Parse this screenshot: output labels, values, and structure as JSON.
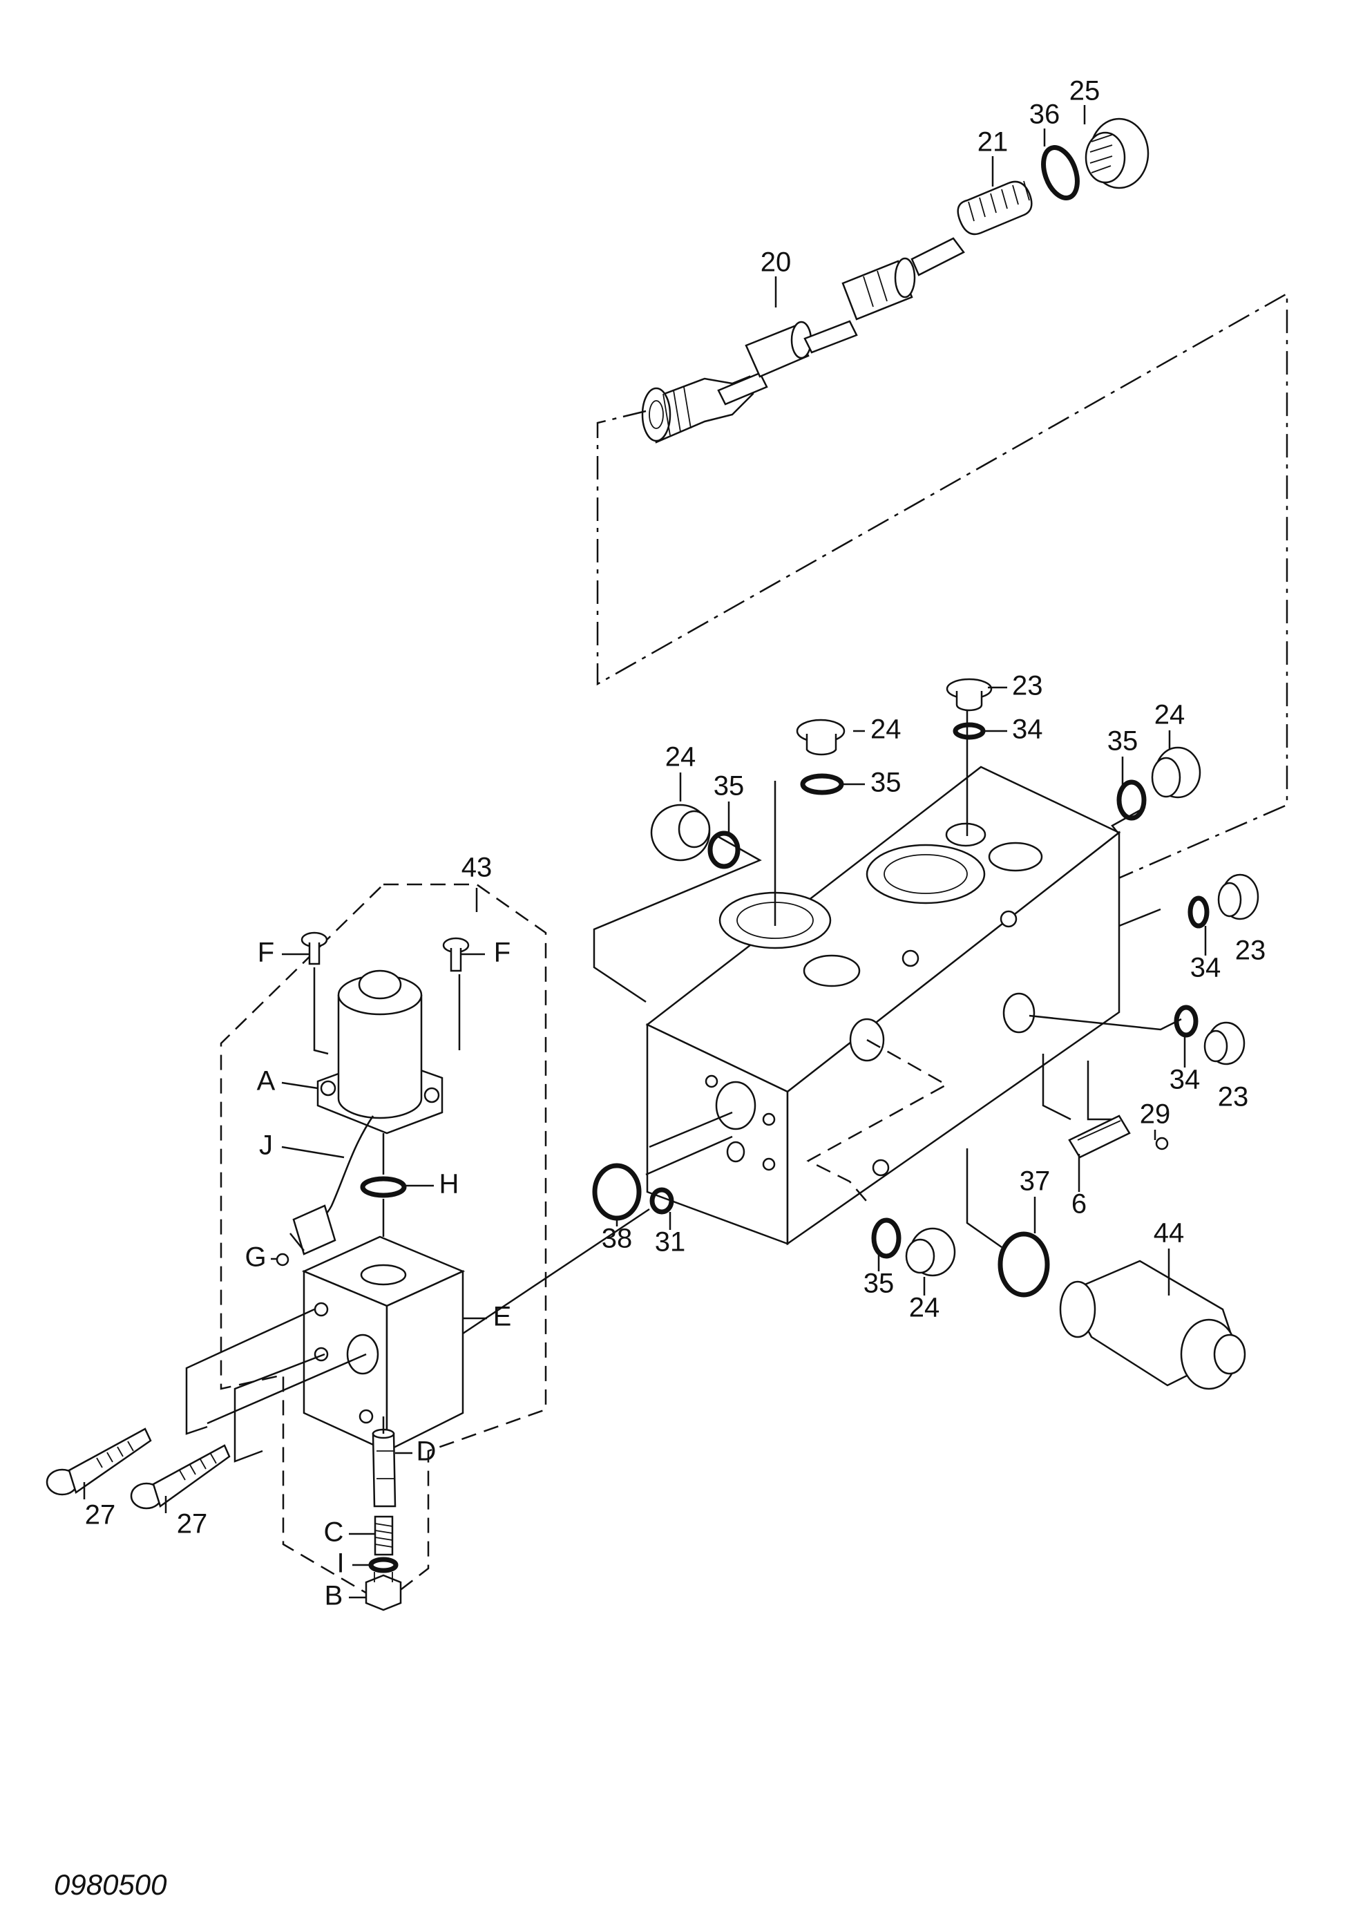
{
  "figure_id": "0980500",
  "callouts": [
    {
      "id": "c25",
      "text": "25"
    },
    {
      "id": "c36",
      "text": "36"
    },
    {
      "id": "c21",
      "text": "21"
    },
    {
      "id": "c20",
      "text": "20"
    },
    {
      "id": "c23a",
      "text": "23"
    },
    {
      "id": "c24a",
      "text": "24"
    },
    {
      "id": "c34a",
      "text": "34"
    },
    {
      "id": "c35a",
      "text": "35"
    },
    {
      "id": "c24b",
      "text": "24"
    },
    {
      "id": "c35b",
      "text": "35"
    },
    {
      "id": "c35c",
      "text": "35"
    },
    {
      "id": "c24c",
      "text": "24"
    },
    {
      "id": "c23b",
      "text": "23"
    },
    {
      "id": "c34b",
      "text": "34"
    },
    {
      "id": "c34c",
      "text": "34"
    },
    {
      "id": "c23c",
      "text": "23"
    },
    {
      "id": "c29",
      "text": "29"
    },
    {
      "id": "c6",
      "text": "6"
    },
    {
      "id": "c37",
      "text": "37"
    },
    {
      "id": "c44",
      "text": "44"
    },
    {
      "id": "c35d",
      "text": "35"
    },
    {
      "id": "c24d",
      "text": "24"
    },
    {
      "id": "c38",
      "text": "38"
    },
    {
      "id": "c31",
      "text": "31"
    },
    {
      "id": "c43",
      "text": "43"
    },
    {
      "id": "cFl",
      "text": "F"
    },
    {
      "id": "cFr",
      "text": "F"
    },
    {
      "id": "cA",
      "text": "A"
    },
    {
      "id": "cJ",
      "text": "J"
    },
    {
      "id": "cH",
      "text": "H"
    },
    {
      "id": "cE",
      "text": "E"
    },
    {
      "id": "cG",
      "text": "G"
    },
    {
      "id": "cD",
      "text": "D"
    },
    {
      "id": "cC",
      "text": "C"
    },
    {
      "id": "cI",
      "text": "I"
    },
    {
      "id": "cB",
      "text": "B"
    },
    {
      "id": "c27a",
      "text": "27"
    },
    {
      "id": "c27b",
      "text": "27"
    }
  ]
}
